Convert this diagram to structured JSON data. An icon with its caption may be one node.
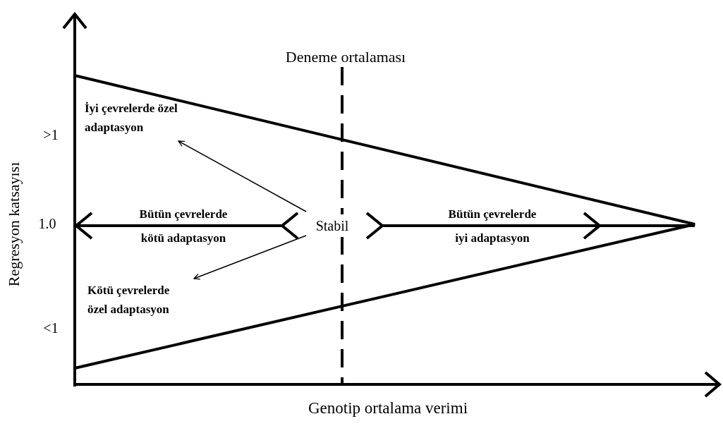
{
  "diagram": {
    "nodes": [
      {
        "text": [
          "Stabil"
        ]
      },
      {
        "text": [
          "İyi çevrelerde özel adaptasyon"
        ]
      },
      {
        "text": [
          "Kötü çevrelerde özel adaptasyon"
        ]
      }
    ],
    "edges": [
      {
        "from": 0,
        "to": 1,
        "arrow": "to"
      },
      {
        "from": 0,
        "to": 2,
        "arrow": "to"
      },
      {
        "from": 0,
        "to": null,
        "arrow": "to",
        "label": "Bütün çevrelerde kötü adaptasyon",
        "style": "thick"
      },
      {
        "from": 0,
        "to": null,
        "arrow": "to",
        "label": "Bütün çevrelerde iyi adaptasyon",
        "style": "thick"
      }
    ],
    "labels": [
      "Deneme ortalaması",
      ">1",
      "1.0",
      "<1",
      "Regresyon katsayısı",
      "Genotip ortalama verimi"
    ]
  }
}
